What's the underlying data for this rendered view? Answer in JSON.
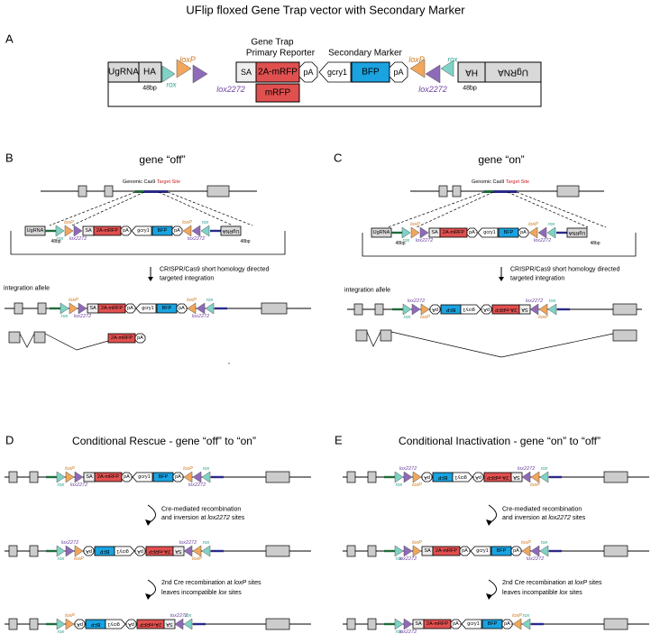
{
  "title": "UFlip floxed Gene Trap vector with Secondary Marker",
  "colors": {
    "rox": "#7fd3c6",
    "loxP": "#f2a65a",
    "lox2272": "#8f6ab8",
    "mrfp": "#e0504f",
    "bfp": "#1aa3e0",
    "box": "#d9d9d9",
    "homology": "#1f6b3a",
    "site": "#2a2a8a",
    "red_text": "#d02020"
  },
  "icons": [
    "rox-triangle",
    "loxp-triangle",
    "lox2272-triangle",
    "exon-box",
    "pa-octagon",
    "promoter-arrow",
    "down-arrow",
    "curved-arrow"
  ],
  "panel_a": {
    "letter": "A",
    "ugrna": "UgRNA",
    "ha": "HA",
    "bp48": "48bp",
    "loxp": "loxP",
    "rox": "rox",
    "lox2272": "lox2272",
    "gene_trap": "Gene Trap",
    "primary_reporter": "Primary Reporter",
    "secondary_marker": "Secondary Marker",
    "sa": "SA",
    "mrfp2a": "2A-mRFP",
    "pa": "pA",
    "gcry1": "gcry1",
    "bfp": "BFP",
    "mrfp": "mRFP",
    "ha_flipped": "HA",
    "ugrna_flipped": "UgRNA"
  },
  "panel_b": {
    "letter": "B",
    "heading": "gene “off”",
    "genomic": "Genomic Cas9",
    "target": "Target Site",
    "ugrna": "UgRNA",
    "bp48": "48bp",
    "rox": "rox",
    "loxp": "loxP",
    "lox2272": "lox2272",
    "sa": "SA",
    "mrfp2a": "2A-mRFP",
    "pa": "pA",
    "gcry1": "gcry1",
    "bfp": "BFP",
    "step1": "CRISPR/Cas9 short homology directed",
    "step2": "targeted integration",
    "allele": "integration allele"
  },
  "panel_c": {
    "letter": "C",
    "heading": "gene “on”",
    "genomic": "Genomic Cas9",
    "target": "Target Site",
    "ugrna": "UgRNA",
    "bp48": "48bp",
    "rox": "rox",
    "loxp": "loxP",
    "lox2272": "lox2272",
    "sa": "SA",
    "mrfp2a": "2A-mRFP",
    "pa": "pA",
    "gcry1": "gcry1",
    "bfp": "BFP",
    "step1": "CRISPR/Cas9 short homology directed",
    "step2": "targeted integration",
    "allele": "integration allele"
  },
  "panel_d": {
    "letter": "D",
    "heading": "Conditional Rescue - gene “off” to “on”",
    "cre1a": "Cre-mediated recombination",
    "cre1b_pre": "and inversion at ",
    "cre1b_site": "lox2272",
    "cre1b_post": " sites",
    "cre2a_pre": "2nd Cre recombination at ",
    "cre2a_site": "loxP",
    "cre2a_post": " sites",
    "cre2b_pre": "leaves incompatible ",
    "cre2b_site": "lox",
    "cre2b_post": " sites",
    "rox": "rox",
    "loxp": "loxP",
    "lox2272": "lox2272",
    "sa": "SA",
    "mrfp2a": "2A-mRFP",
    "pa": "pA",
    "gcry1": "gcry1",
    "bfp": "BFP"
  },
  "panel_e": {
    "letter": "E",
    "heading": "Conditional Inactivation - gene “on” to “off”",
    "cre1a": "Cre-mediated recombination",
    "cre1b_pre": "and inversion at ",
    "cre1b_site": "lox2272",
    "cre1b_post": " sites",
    "cre2a_pre": "2nd Cre recombination at ",
    "cre2a_site": "loxP",
    "cre2a_post": " sites",
    "cre2b_pre": "leaves incompatible ",
    "cre2b_site": "lox",
    "cre2b_post": " sites",
    "rox": "rox",
    "loxp": "loxP",
    "lox2272": "lox2272",
    "sa": "SA",
    "mrfp2a": "2A-mRFP",
    "pa": "pA",
    "gcry1": "gcry1",
    "bfp": "BFP"
  }
}
